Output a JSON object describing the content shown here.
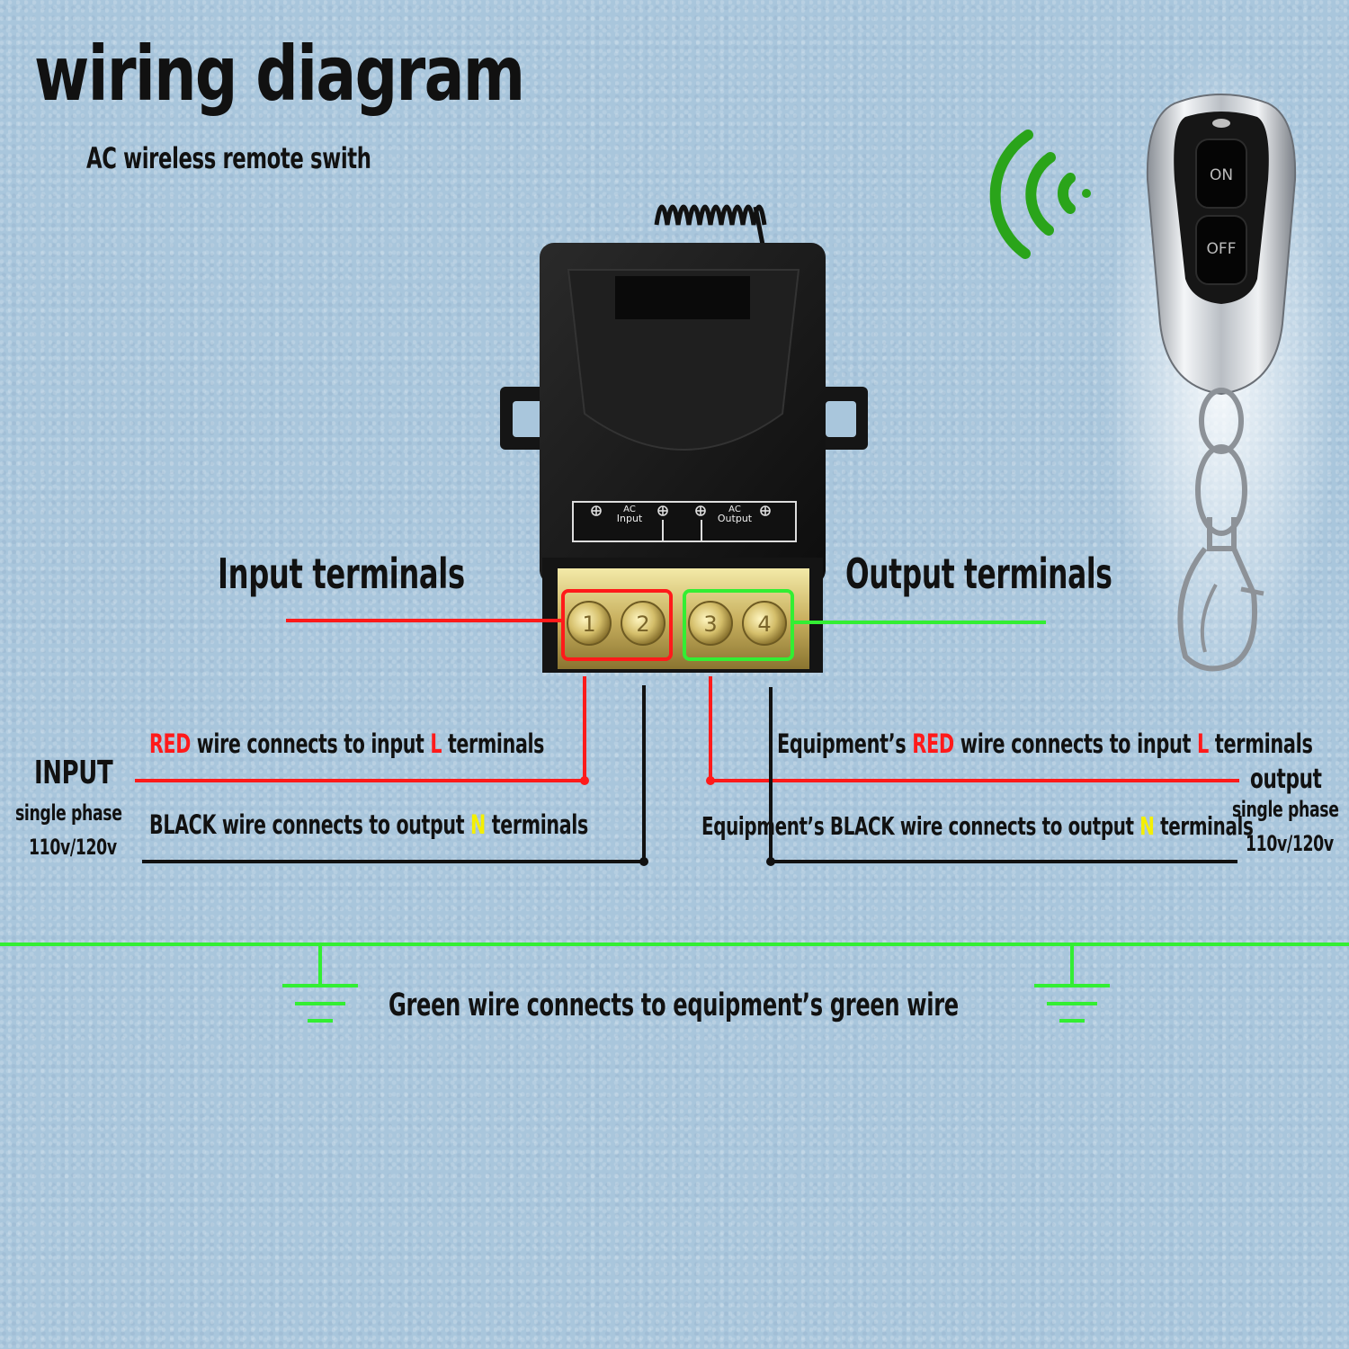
{
  "title": "wiring diagram",
  "subtitle": "AC wireless remote swith",
  "receiver": {
    "input_terminal_ac": "AC",
    "input_terminal_label": "Input",
    "output_terminal_ac": "AC",
    "output_terminal_label": "Output",
    "screw_numbers": [
      "1",
      "2",
      "3",
      "4"
    ]
  },
  "remote": {
    "on_label": "ON",
    "off_label": "OFF"
  },
  "labels": {
    "input_terminals": "Input terminals",
    "output_terminals": "Output terminals",
    "input_heading": "INPUT",
    "input_phase": "single phase",
    "input_voltage": "110v/120v",
    "output_heading": "output",
    "output_phase": "single phase",
    "output_voltage": "110v/120v"
  },
  "instructions": {
    "red_in": {
      "a": "RED",
      "b": " wire connects to input ",
      "c": "L",
      "d": " terminals"
    },
    "black_in": {
      "a": "BLACK wire connects to output ",
      "b": "N",
      "c": " terminals"
    },
    "red_out": {
      "a": "Equipment’s ",
      "b": "RED",
      "c": " wire connects to input ",
      "d": "L",
      "e": " terminals"
    },
    "black_out": {
      "a": "Equipment’s BLACK wire connects to output ",
      "b": "N",
      "c": " terminals"
    },
    "ground": "Green wire connects to equipment’s green wire"
  },
  "colors": {
    "background": "#a9c6dc",
    "red_wire": "#ff1a1a",
    "black_wire": "#111111",
    "green_wire": "#33ee33",
    "highlight_yellow": "#f5f000",
    "signal_green": "#2aa41a"
  }
}
